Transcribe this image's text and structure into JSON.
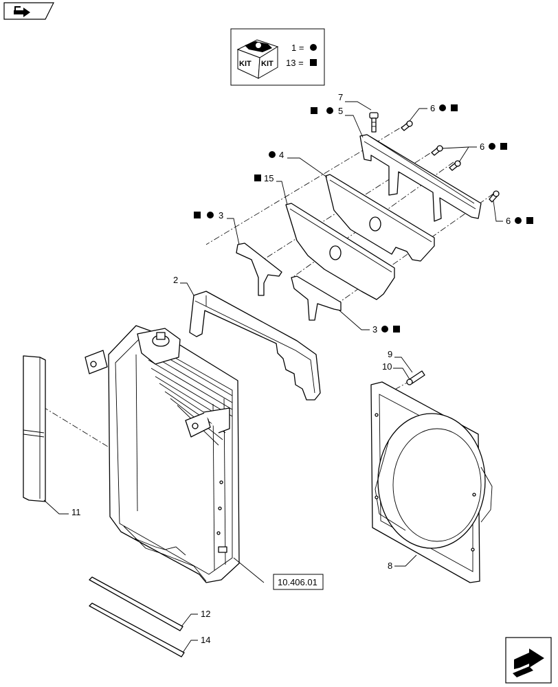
{
  "legend": {
    "badge_text_1": "KIT",
    "badge_text_2": "KIT",
    "row1_number": "1 =",
    "row2_number": "13 ="
  },
  "callouts": {
    "c1": "7",
    "c2": "5",
    "c3": "6",
    "c4": "6",
    "c5": "4",
    "c6": "15",
    "c7": "3",
    "c8": "6",
    "c9": "2",
    "c10": "3",
    "c11": "9",
    "c12": "10",
    "c13": "11",
    "c14": "8",
    "c15": "12",
    "c16": "14"
  },
  "reference_box": "10.406.01",
  "colors": {
    "ink": "#000000",
    "paper": "#ffffff"
  },
  "icons": [
    "toolbar-arrow-icon",
    "kit-box-icon",
    "bullet-circle-icon",
    "bullet-square-icon",
    "next-page-arrow-icon"
  ]
}
